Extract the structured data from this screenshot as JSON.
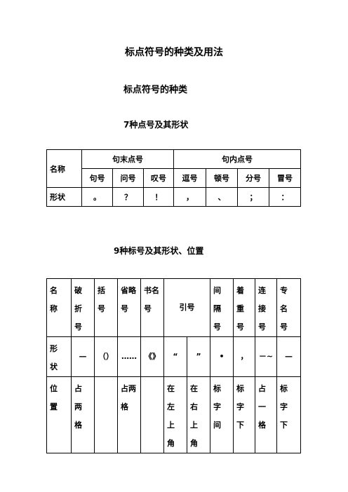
{
  "doc_title": "标点符号的种类及用法",
  "section_title": "标点符号的种类",
  "table1": {
    "caption": "7种点号及其形状",
    "name_label": "名称",
    "group_end": "句末点号",
    "group_inner": "句内点号",
    "names": [
      "句号",
      "问号",
      "叹号",
      "逗号",
      "顿号",
      "分号",
      "冒号"
    ],
    "shape_label": "形状",
    "shapes": [
      "。",
      "？",
      "！",
      "，",
      "、",
      "；",
      "："
    ]
  },
  "table2": {
    "caption": "9种标号及其形状、位置",
    "name_label": "名\n称",
    "names": [
      "破\n折\n号",
      "括\n号",
      "省略\n号",
      "书名\n号",
      "引号",
      "间\n隔\n号",
      "着\n重\n号",
      "连\n接\n号",
      "专\n名\n号"
    ],
    "shape_label": "形\n状",
    "shapes": [
      "—",
      "（）",
      "……",
      "《》",
      "“",
      "”",
      "•",
      "，",
      "－~",
      "—"
    ],
    "position_label": "位\n置",
    "positions": [
      "占\n两\n格",
      "",
      "占两\n格",
      "",
      "在\n左\n上\n角",
      "在\n右\n上\n角",
      "标\n字\n间",
      "标\n字\n下",
      "占\n一\n格",
      "标\n字\n下"
    ]
  }
}
